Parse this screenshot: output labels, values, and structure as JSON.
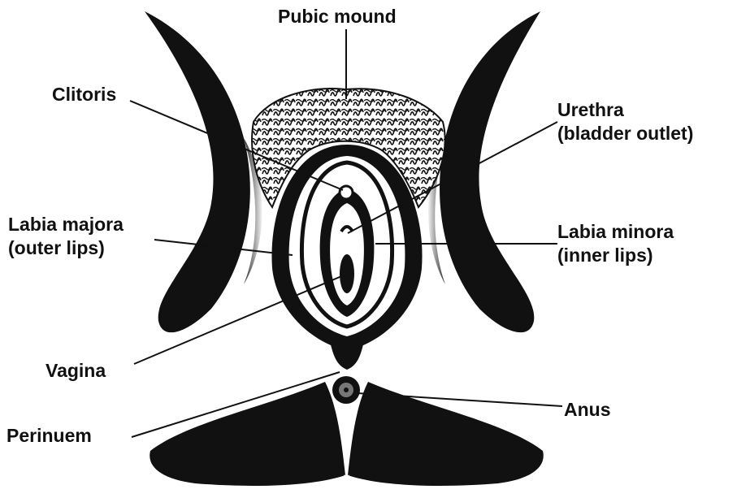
{
  "labels": {
    "pubic_mound": "Pubic mound",
    "clitoris": "Clitoris",
    "urethra": [
      "Urethra",
      "(bladder outlet)"
    ],
    "labia_majora": [
      "Labia majora",
      "(outer lips)"
    ],
    "labia_minora": [
      "Labia minora",
      "(inner lips)"
    ],
    "vagina": "Vagina",
    "anus": "Anus",
    "perineum": "Perinuem"
  },
  "colors": {
    "ink": "#111111",
    "background": "#ffffff"
  }
}
